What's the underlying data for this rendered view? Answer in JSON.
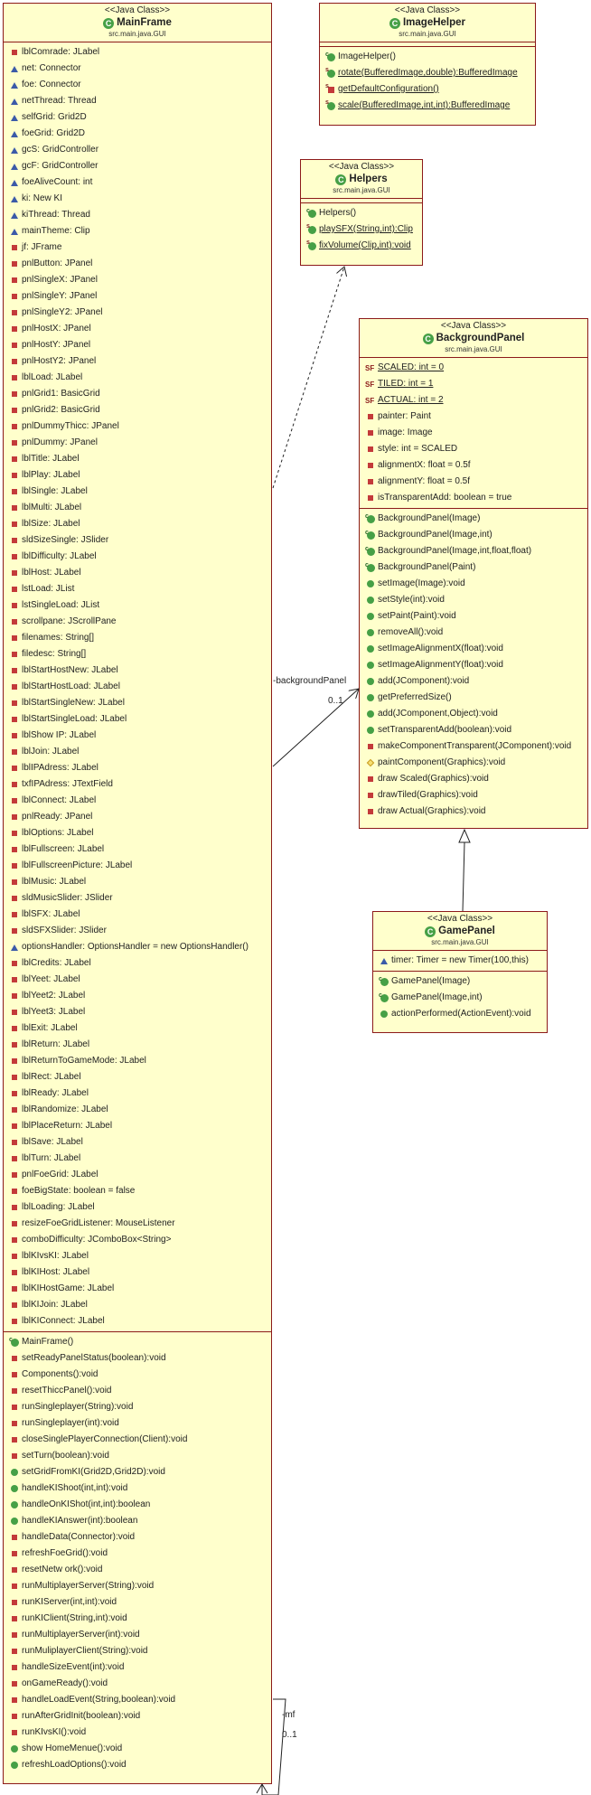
{
  "stereotype": "<<Java Class>>",
  "package": "src.main.java.GUI",
  "mainframe": {
    "name": "MainFrame",
    "fields": [
      {
        "vis": "priv",
        "text": "lblComrade: JLabel"
      },
      {
        "vis": "pkg",
        "text": "net: Connector"
      },
      {
        "vis": "pkg",
        "text": "foe: Connector"
      },
      {
        "vis": "pkg",
        "text": "netThread: Thread"
      },
      {
        "vis": "pkg",
        "text": "selfGrid: Grid2D"
      },
      {
        "vis": "pkg",
        "text": "foeGrid: Grid2D"
      },
      {
        "vis": "pkg",
        "text": "gcS: GridController"
      },
      {
        "vis": "pkg",
        "text": "gcF: GridController"
      },
      {
        "vis": "pkg",
        "text": "foeAliveCount: int"
      },
      {
        "vis": "pkg",
        "text": "ki: New KI"
      },
      {
        "vis": "pkg",
        "text": "kiThread: Thread"
      },
      {
        "vis": "pkg",
        "text": "mainTheme: Clip"
      },
      {
        "vis": "priv",
        "text": "jf: JFrame"
      },
      {
        "vis": "priv",
        "text": "pnlButton: JPanel"
      },
      {
        "vis": "priv",
        "text": "pnlSingleX: JPanel"
      },
      {
        "vis": "priv",
        "text": "pnlSingleY: JPanel"
      },
      {
        "vis": "priv",
        "text": "pnlSingleY2: JPanel"
      },
      {
        "vis": "priv",
        "text": "pnlHostX: JPanel"
      },
      {
        "vis": "priv",
        "text": "pnlHostY: JPanel"
      },
      {
        "vis": "priv",
        "text": "pnlHostY2: JPanel"
      },
      {
        "vis": "priv",
        "text": "lblLoad: JLabel"
      },
      {
        "vis": "priv",
        "text": "pnlGrid1: BasicGrid"
      },
      {
        "vis": "priv",
        "text": "pnlGrid2: BasicGrid"
      },
      {
        "vis": "priv",
        "text": "pnlDummyThicc: JPanel"
      },
      {
        "vis": "priv",
        "text": "pnlDummy: JPanel"
      },
      {
        "vis": "priv",
        "text": "lblTitle: JLabel"
      },
      {
        "vis": "priv",
        "text": "lblPlay: JLabel"
      },
      {
        "vis": "priv",
        "text": "lblSingle: JLabel"
      },
      {
        "vis": "priv",
        "text": "lblMulti: JLabel"
      },
      {
        "vis": "priv",
        "text": "lblSize: JLabel"
      },
      {
        "vis": "priv",
        "text": "sldSizeSingle: JSlider"
      },
      {
        "vis": "priv",
        "text": "lblDifficulty: JLabel"
      },
      {
        "vis": "priv",
        "text": "lblHost: JLabel"
      },
      {
        "vis": "priv",
        "text": "lstLoad: JList"
      },
      {
        "vis": "priv",
        "text": "lstSingleLoad: JList"
      },
      {
        "vis": "priv",
        "text": "scrollpane: JScrollPane"
      },
      {
        "vis": "priv",
        "text": "filenames: String[]"
      },
      {
        "vis": "priv",
        "text": "filedesc: String[]"
      },
      {
        "vis": "priv",
        "text": "lblStartHostNew: JLabel"
      },
      {
        "vis": "priv",
        "text": "lblStartHostLoad: JLabel"
      },
      {
        "vis": "priv",
        "text": "lblStartSingleNew: JLabel"
      },
      {
        "vis": "priv",
        "text": "lblStartSingleLoad: JLabel"
      },
      {
        "vis": "priv",
        "text": "lblShow IP: JLabel"
      },
      {
        "vis": "priv",
        "text": "lblJoin: JLabel"
      },
      {
        "vis": "priv",
        "text": "lblIPAdress: JLabel"
      },
      {
        "vis": "priv",
        "text": "txfIPAdress: JTextField"
      },
      {
        "vis": "priv",
        "text": "lblConnect: JLabel"
      },
      {
        "vis": "priv",
        "text": "pnlReady: JPanel"
      },
      {
        "vis": "priv",
        "text": "lblOptions: JLabel"
      },
      {
        "vis": "priv",
        "text": "lblFullscreen: JLabel"
      },
      {
        "vis": "priv",
        "text": "lblFullscreenPicture: JLabel"
      },
      {
        "vis": "priv",
        "text": "lblMusic: JLabel"
      },
      {
        "vis": "priv",
        "text": "sldMusicSlider: JSlider"
      },
      {
        "vis": "priv",
        "text": "lblSFX: JLabel"
      },
      {
        "vis": "priv",
        "text": "sldSFXSlider: JSlider"
      },
      {
        "vis": "pkg",
        "text": "optionsHandler: OptionsHandler = new  OptionsHandler()"
      },
      {
        "vis": "priv",
        "text": "lblCredits: JLabel"
      },
      {
        "vis": "priv",
        "text": "lblYeet: JLabel"
      },
      {
        "vis": "priv",
        "text": "lblYeet2: JLabel"
      },
      {
        "vis": "priv",
        "text": "lblYeet3: JLabel"
      },
      {
        "vis": "priv",
        "text": "lblExit: JLabel"
      },
      {
        "vis": "priv",
        "text": "lblReturn: JLabel"
      },
      {
        "vis": "priv",
        "text": "lblReturnToGameMode: JLabel"
      },
      {
        "vis": "priv",
        "text": "lblRect: JLabel"
      },
      {
        "vis": "priv",
        "text": "lblReady: JLabel"
      },
      {
        "vis": "priv",
        "text": "lblRandomize: JLabel"
      },
      {
        "vis": "priv",
        "text": "lblPlaceReturn: JLabel"
      },
      {
        "vis": "priv",
        "text": "lblSave: JLabel"
      },
      {
        "vis": "priv",
        "text": "lblTurn: JLabel"
      },
      {
        "vis": "priv",
        "text": "pnlFoeGrid: JLabel"
      },
      {
        "vis": "priv",
        "text": "foeBigState: boolean = false"
      },
      {
        "vis": "priv",
        "text": "lblLoading: JLabel"
      },
      {
        "vis": "priv",
        "text": "resizeFoeGridListener: MouseListener"
      },
      {
        "vis": "priv",
        "text": "comboDifficulty: JComboBox<String>"
      },
      {
        "vis": "priv",
        "text": "lblKIvsKI: JLabel"
      },
      {
        "vis": "priv",
        "text": "lblKIHost: JLabel"
      },
      {
        "vis": "priv",
        "text": "lblKIHostGame: JLabel"
      },
      {
        "vis": "priv",
        "text": "lblKIJoin: JLabel"
      },
      {
        "vis": "priv",
        "text": "lblKIConnect: JLabel"
      }
    ],
    "methods": [
      {
        "vis": "pubc",
        "text": "MainFrame()"
      },
      {
        "vis": "priv",
        "text": "setReadyPanelStatus(boolean):void"
      },
      {
        "vis": "priv",
        "text": "Components():void"
      },
      {
        "vis": "priv",
        "text": "resetThiccPanel():void"
      },
      {
        "vis": "priv",
        "text": "runSingleplayer(String):void"
      },
      {
        "vis": "priv",
        "text": "runSingleplayer(int):void"
      },
      {
        "vis": "priv",
        "text": "closeSinglePlayerConnection(Client):void"
      },
      {
        "vis": "priv",
        "text": "setTurn(boolean):void"
      },
      {
        "vis": "pub",
        "text": "setGridFromKI(Grid2D,Grid2D):void"
      },
      {
        "vis": "pub",
        "text": "handleKIShoot(int,int):void"
      },
      {
        "vis": "pub",
        "text": "handleOnKIShot(int,int):boolean"
      },
      {
        "vis": "pub",
        "text": "handleKIAnswer(int):boolean"
      },
      {
        "vis": "priv",
        "text": "handleData(Connector):void"
      },
      {
        "vis": "priv",
        "text": "refreshFoeGrid():void"
      },
      {
        "vis": "priv",
        "text": "resetNetw ork():void"
      },
      {
        "vis": "priv",
        "text": "runMultiplayerServer(String):void"
      },
      {
        "vis": "priv",
        "text": "runKIServer(int,int):void"
      },
      {
        "vis": "priv",
        "text": "runKIClient(String,int):void"
      },
      {
        "vis": "priv",
        "text": "runMultiplayerServer(int):void"
      },
      {
        "vis": "priv",
        "text": "runMuliplayerClient(String):void"
      },
      {
        "vis": "priv",
        "text": "handleSizeEvent(int):void"
      },
      {
        "vis": "priv",
        "text": "onGameReady():void"
      },
      {
        "vis": "priv",
        "text": "handleLoadEvent(String,boolean):void"
      },
      {
        "vis": "priv",
        "text": "runAfterGridInit(boolean):void"
      },
      {
        "vis": "priv",
        "text": "runKIvsKI():void"
      },
      {
        "vis": "pub",
        "text": "show HomeMenue():void"
      },
      {
        "vis": "pub",
        "text": "refreshLoadOptions():void"
      }
    ]
  },
  "imagehelper": {
    "name": "ImageHelper",
    "methods": [
      {
        "vis": "pubc",
        "text": "ImageHelper()"
      },
      {
        "vis": "pubs",
        "text": "rotate(BufferedImage,double):BufferedImage"
      },
      {
        "vis": "privs",
        "text": "getDefaultConfiguration()"
      },
      {
        "vis": "pubs",
        "text": "scale(BufferedImage,int,int):BufferedImage"
      }
    ]
  },
  "helpers": {
    "name": "Helpers",
    "methods": [
      {
        "vis": "pubc",
        "text": "Helpers()"
      },
      {
        "vis": "pubs",
        "text": "playSFX(String,int):Clip"
      },
      {
        "vis": "pubs",
        "text": "fixVolume(Clip,int):void"
      }
    ]
  },
  "backgroundpanel": {
    "name": "BackgroundPanel",
    "fields": [
      {
        "vis": "sf",
        "text": "SCALED: int = 0"
      },
      {
        "vis": "sf",
        "text": "TILED: int = 1"
      },
      {
        "vis": "sf",
        "text": "ACTUAL: int = 2"
      },
      {
        "vis": "priv",
        "text": "painter: Paint"
      },
      {
        "vis": "priv",
        "text": "image: Image"
      },
      {
        "vis": "priv",
        "text": "style: int = SCALED"
      },
      {
        "vis": "priv",
        "text": "alignmentX: float = 0.5f"
      },
      {
        "vis": "priv",
        "text": "alignmentY: float = 0.5f"
      },
      {
        "vis": "priv",
        "text": "isTransparentAdd: boolean = true"
      }
    ],
    "methods": [
      {
        "vis": "pubc",
        "text": "BackgroundPanel(Image)"
      },
      {
        "vis": "pubc",
        "text": "BackgroundPanel(Image,int)"
      },
      {
        "vis": "pubc",
        "text": "BackgroundPanel(Image,int,float,float)"
      },
      {
        "vis": "pubc",
        "text": "BackgroundPanel(Paint)"
      },
      {
        "vis": "pub",
        "text": "setImage(Image):void"
      },
      {
        "vis": "pub",
        "text": "setStyle(int):void"
      },
      {
        "vis": "pub",
        "text": "setPaint(Paint):void"
      },
      {
        "vis": "pub",
        "text": "removeAll():void"
      },
      {
        "vis": "pub",
        "text": "setImageAlignmentX(float):void"
      },
      {
        "vis": "pub",
        "text": "setImageAlignmentY(float):void"
      },
      {
        "vis": "pub",
        "text": "add(JComponent):void"
      },
      {
        "vis": "pub",
        "text": "getPreferredSize()"
      },
      {
        "vis": "pub",
        "text": "add(JComponent,Object):void"
      },
      {
        "vis": "pub",
        "text": "setTransparentAdd(boolean):void"
      },
      {
        "vis": "priv",
        "text": "makeComponentTransparent(JComponent):void"
      },
      {
        "vis": "prot",
        "text": "paintComponent(Graphics):void"
      },
      {
        "vis": "priv",
        "text": "draw Scaled(Graphics):void"
      },
      {
        "vis": "priv",
        "text": "drawTiled(Graphics):void"
      },
      {
        "vis": "priv",
        "text": "draw Actual(Graphics):void"
      }
    ]
  },
  "gamepanel": {
    "name": "GamePanel",
    "fields": [
      {
        "vis": "pkg",
        "text": "timer: Timer = new  Timer(100,this)"
      }
    ],
    "methods": [
      {
        "vis": "pubc",
        "text": "GamePanel(Image)"
      },
      {
        "vis": "pubc",
        "text": "GamePanel(Image,int)"
      },
      {
        "vis": "pub",
        "text": "actionPerformed(ActionEvent):void"
      }
    ]
  },
  "links": {
    "backgroundpanel_role": "-backgroundPanel",
    "backgroundpanel_mult": "0..1",
    "self_role": "-mf",
    "self_mult": "0..1"
  }
}
